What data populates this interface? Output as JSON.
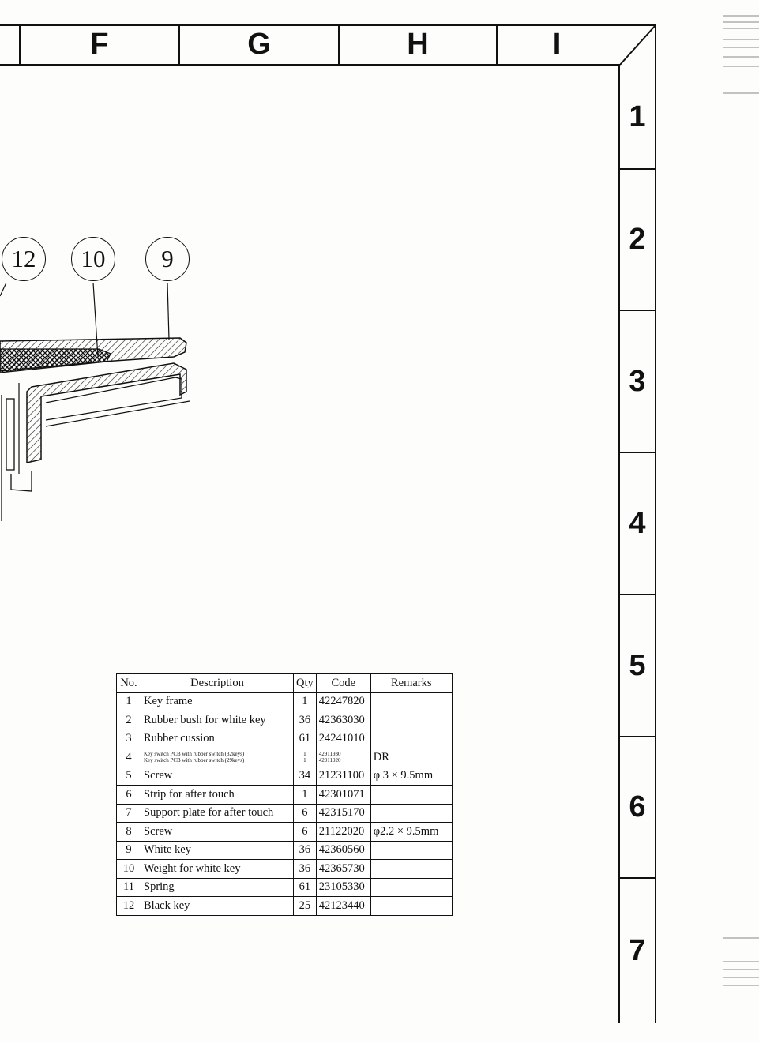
{
  "grid": {
    "columns": [
      "F",
      "G",
      "H",
      "I"
    ],
    "rows": [
      "1",
      "2",
      "3",
      "4",
      "5",
      "6",
      "7"
    ]
  },
  "callouts": [
    "12",
    "10",
    "9"
  ],
  "parts_table": {
    "headers": [
      "No.",
      "Description",
      "Qty",
      "Code",
      "Remarks"
    ],
    "rows": [
      {
        "no": "1",
        "desc": "Key frame",
        "qty": "1",
        "code": "42247820",
        "remarks": ""
      },
      {
        "no": "2",
        "desc": "Rubber bush for white key",
        "qty": "36",
        "code": "42363030",
        "remarks": ""
      },
      {
        "no": "3",
        "desc": "Rubber cussion",
        "qty": "61",
        "code": "24241010",
        "remarks": ""
      },
      {
        "no": "4",
        "desc": "Key switch PCB with rubber switch (32keys)",
        "desc2": "Key switch PCB with rubber switch (29keys)",
        "qty": "1",
        "qty2": "1",
        "code": "42911930",
        "code2": "42911920",
        "remarks": "DR"
      },
      {
        "no": "5",
        "desc": "Screw",
        "qty": "34",
        "code": "21231100",
        "remarks": "φ 3 × 9.5mm"
      },
      {
        "no": "6",
        "desc": "Strip for after touch",
        "qty": "1",
        "code": "42301071",
        "remarks": ""
      },
      {
        "no": "7",
        "desc": "Support plate for after touch",
        "qty": "6",
        "code": "42315170",
        "remarks": ""
      },
      {
        "no": "8",
        "desc": "Screw",
        "qty": "6",
        "code": "21122020",
        "remarks": "φ2.2 × 9.5mm"
      },
      {
        "no": "9",
        "desc": "White key",
        "qty": "36",
        "code": "42360560",
        "remarks": ""
      },
      {
        "no": "10",
        "desc": "Weight for white key",
        "qty": "36",
        "code": "42365730",
        "remarks": ""
      },
      {
        "no": "11",
        "desc": "Spring",
        "qty": "61",
        "code": "23105330",
        "remarks": ""
      },
      {
        "no": "12",
        "desc": "Black key",
        "qty": "25",
        "code": "42123440",
        "remarks": ""
      }
    ]
  }
}
